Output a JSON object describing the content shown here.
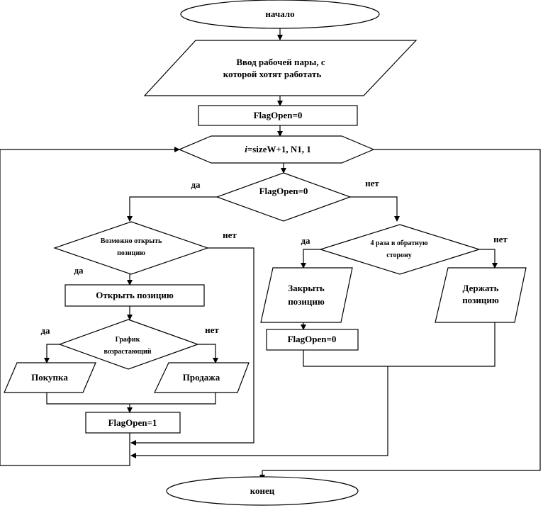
{
  "flowchart": {
    "start": "начало",
    "input": [
      "Ввод рабочей пары, с",
      "которой хотят работать"
    ],
    "init_flag": "FlagOpen=0",
    "loop": {
      "var": "i",
      "rest": "=sizeW+1,  N1, 1"
    },
    "check_flag": "FlagOpen=0",
    "can_open": [
      "Возможно открыть",
      "позицию"
    ],
    "open_position": "Открыть позицию",
    "trend": [
      "График",
      "возрастающий"
    ],
    "buy": "Покупка",
    "sell": "Продажа",
    "set_flag": "FlagOpen=1",
    "reverse": [
      "4 раза в обратную",
      "сторону"
    ],
    "close_position": [
      "Закрыть",
      "позицию"
    ],
    "reset_flag": "FlagOpen=0",
    "hold_position": [
      "Держать",
      "позицию"
    ],
    "end": "конец"
  },
  "branch_labels": {
    "check_yes": "да",
    "check_no": "нет",
    "can_open_yes": "да",
    "can_open_no": "нет",
    "trend_yes": "да",
    "trend_no": "нет",
    "reverse_yes": "да",
    "reverse_no": "нет"
  }
}
